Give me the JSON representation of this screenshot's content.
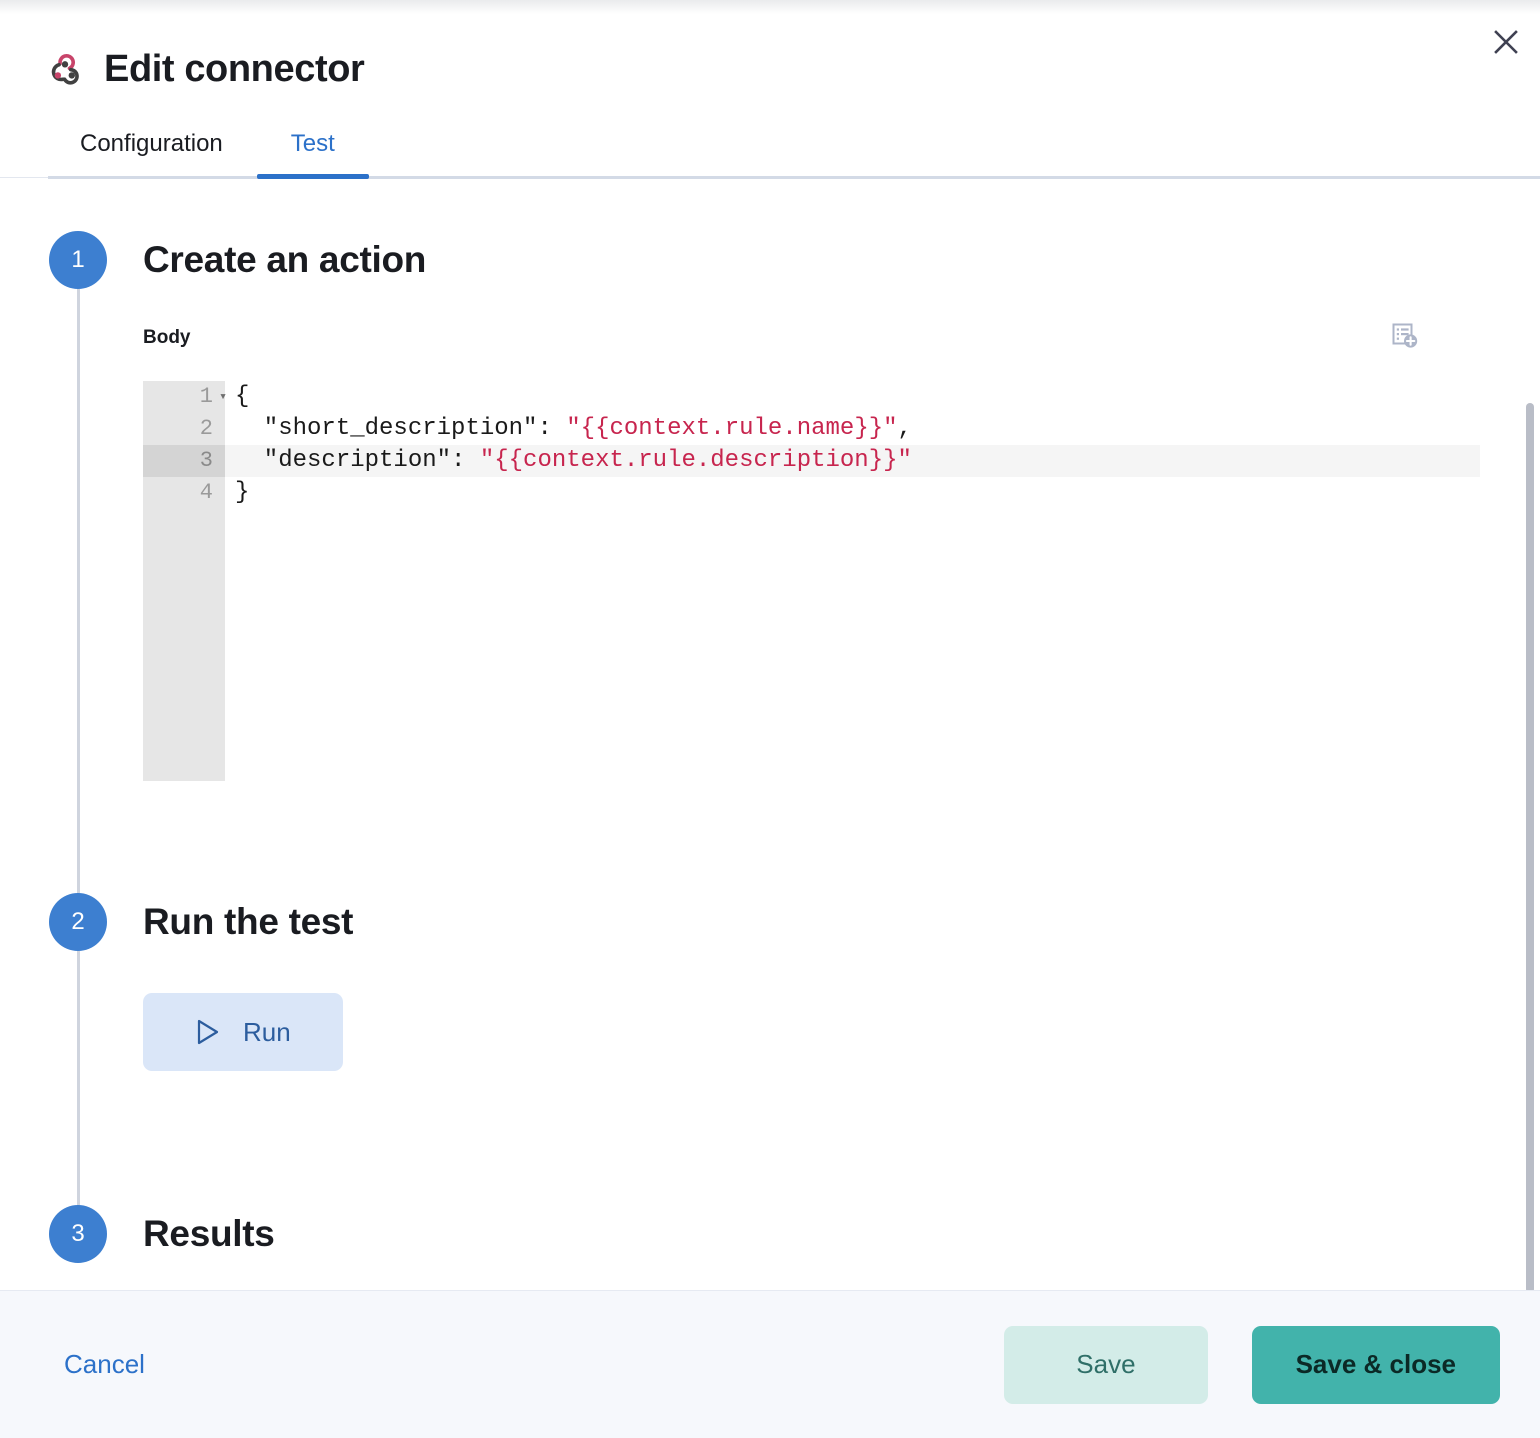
{
  "header": {
    "title": "Edit connector",
    "icon": "webhook-icon",
    "close_label": "Close",
    "tabs": [
      {
        "label": "Configuration",
        "active": false
      },
      {
        "label": "Test",
        "active": true
      }
    ]
  },
  "steps": [
    {
      "number": "1",
      "title": "Create an action"
    },
    {
      "number": "2",
      "title": "Run the test"
    },
    {
      "number": "3",
      "title": "Results"
    }
  ],
  "body_field": {
    "label": "Body",
    "add_variable_icon": "add-variable-icon",
    "editor": {
      "lines": [
        {
          "number": "1",
          "foldable": true,
          "active": false,
          "text": "{"
        },
        {
          "number": "2",
          "foldable": false,
          "active": false,
          "key": "  \"short_description\": ",
          "value": "\"{{context.rule.name}}\"",
          "tail": ","
        },
        {
          "number": "3",
          "foldable": false,
          "active": true,
          "key": "  \"description\": ",
          "value": "\"{{context.rule.description}}\"",
          "tail": ""
        },
        {
          "number": "4",
          "foldable": false,
          "active": false,
          "text": "}"
        }
      ]
    }
  },
  "run": {
    "label": "Run",
    "icon": "play-icon"
  },
  "footer": {
    "cancel_label": "Cancel",
    "save_label": "Save",
    "save_close_label": "Save & close"
  },
  "colors": {
    "accent_blue": "#2c71c9",
    "step_badge_blue": "#3d7fd0",
    "save_close_teal": "#42b3ab",
    "save_teal_light": "#d3ece8",
    "run_blue_light": "#dae6f8",
    "code_string_red": "#c7254e",
    "webhook_pink": "#c8446a",
    "webhook_dark": "#414141"
  }
}
